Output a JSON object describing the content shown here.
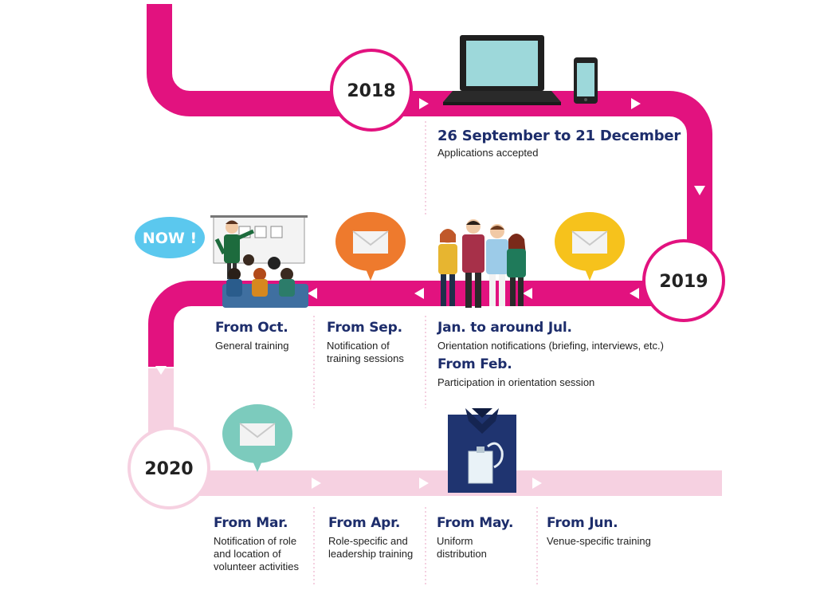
{
  "colors": {
    "path_magenta": "#e2127f",
    "path_pink": "#f6d1e1",
    "heading_navy": "#1d2d6b",
    "now_badge": "#5bc8ee",
    "bubble_orange": "#ee7a2d",
    "bubble_yellow": "#f6c21c",
    "bubble_teal": "#7ccbbd"
  },
  "badge": {
    "now": "NOW !"
  },
  "years": {
    "y2018": "2018",
    "y2019": "2019",
    "y2020": "2020"
  },
  "icons": [
    "laptop-icon",
    "smartphone-icon",
    "envelope-bubble-icon",
    "training-presentation-icon",
    "volunteer-group-icon",
    "uniform-icon"
  ],
  "milestones": {
    "applications": {
      "heading": "26 September to 21 December",
      "text": "Applications accepted"
    },
    "orientation": {
      "heading": "Jan. to around Jul.",
      "text": "Orientation notifications (briefing, interviews, etc.)"
    },
    "orientation_session": {
      "heading": "From Feb.",
      "text": "Participation in orientation session"
    },
    "training_notification": {
      "heading": "From Sep.",
      "text": "Notification of training sessions"
    },
    "general_training": {
      "heading": "From Oct.",
      "text": "General training"
    },
    "role_notification": {
      "heading": "From Mar.",
      "text": "Notification of role and location of volunteer activities"
    },
    "role_training": {
      "heading": "From Apr.",
      "text": "Role-specific and leadership training"
    },
    "uniform": {
      "heading": "From May.",
      "text": "Uniform distribution"
    },
    "venue_training": {
      "heading": "From Jun.",
      "text": "Venue-specific training"
    }
  }
}
